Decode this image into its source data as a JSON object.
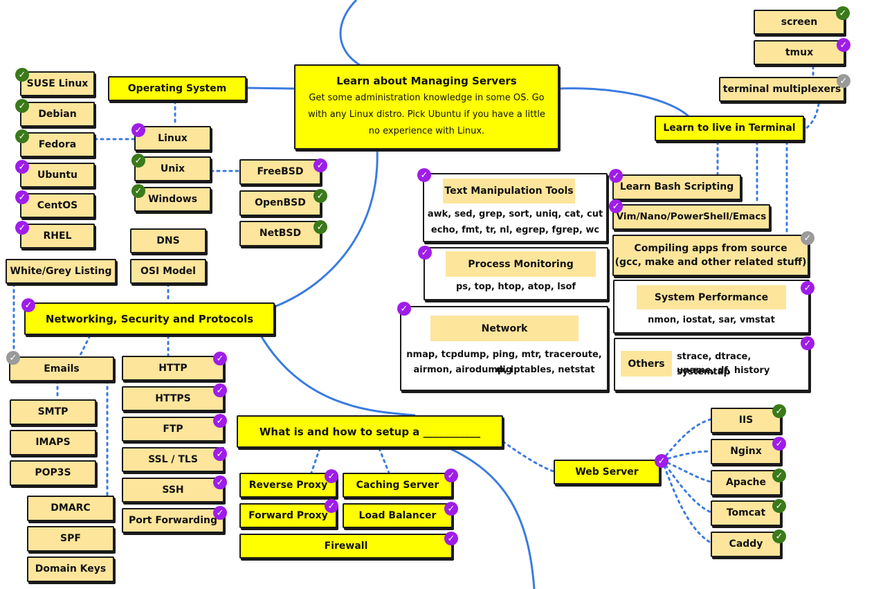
{
  "colors": {
    "yellow": "#ffff00",
    "beige": "#fde59b",
    "purple": "#9f1de8",
    "green": "#3a7a1a",
    "grey": "#9a9a9a",
    "link": "#3b7be0"
  },
  "main": {
    "title": "Learn about Managing Servers",
    "desc": "Get some administration knowledge in some OS. Go with any Linux distro. Pick Ubuntu if you have a little no experience with Linux."
  },
  "os": {
    "title": "Operating System",
    "linux": "Linux",
    "unix": "Unix",
    "windows": "Windows",
    "distros": [
      "SUSE Linux",
      "Debian",
      "Fedora",
      "Ubuntu",
      "CentOS",
      "RHEL"
    ],
    "bsd": [
      "FreeBSD",
      "OpenBSD",
      "NetBSD"
    ]
  },
  "net": {
    "title": "Networking, Security and Protocols",
    "dns": "DNS",
    "osi": "OSI Model",
    "listing": "White/Grey Listing",
    "emails": "Emails",
    "smtp": "SMTP",
    "imaps": "IMAPS",
    "pop3s": "POP3S",
    "dmarc": "DMARC",
    "spf": "SPF",
    "dkim": "Domain Keys",
    "protocols": [
      "HTTP",
      "HTTPS",
      "FTP",
      "SSL / TLS",
      "SSH",
      "Port Forwarding"
    ]
  },
  "setup": {
    "title": "What is and how to setup a ___________",
    "reverse_proxy": "Reverse Proxy",
    "caching": "Caching Server",
    "forward_proxy": "Forward Proxy",
    "load_balancer": "Load Balancer",
    "firewall": "Firewall"
  },
  "web": {
    "title": "Web Server",
    "servers": [
      "IIS",
      "Nginx",
      "Apache",
      "Tomcat",
      "Caddy"
    ]
  },
  "terminal": {
    "title": "Learn to live in Terminal",
    "screen": "screen",
    "tmux": "tmux",
    "multiplexers": "terminal multiplexers",
    "bash": "Learn Bash Scripting",
    "editors": "Vim/Nano/PowerShell/Emacs",
    "compile": "Compiling apps from source",
    "compile_sub": "(gcc, make and other related stuff)"
  },
  "text_tools": {
    "title": "Text Manipulation Tools",
    "line1": "awk, sed, grep, sort, uniq, cat, cut",
    "line2": "echo, fmt, tr, nl, egrep, fgrep, wc"
  },
  "process": {
    "title": "Process Monitoring",
    "line1": "ps, top, htop, atop, lsof"
  },
  "network_tools": {
    "title": "Network",
    "line1": "nmap, tcpdump, ping, mtr, traceroute, dig",
    "line2": "airmon, airodump, iptables, netstat"
  },
  "perf": {
    "title": "System Performance",
    "line1": "nmon, iostat, sar, vmstat"
  },
  "others": {
    "title": "Others",
    "line1": "strace, dtrace, systemtap",
    "line2": "uname, df, history"
  }
}
